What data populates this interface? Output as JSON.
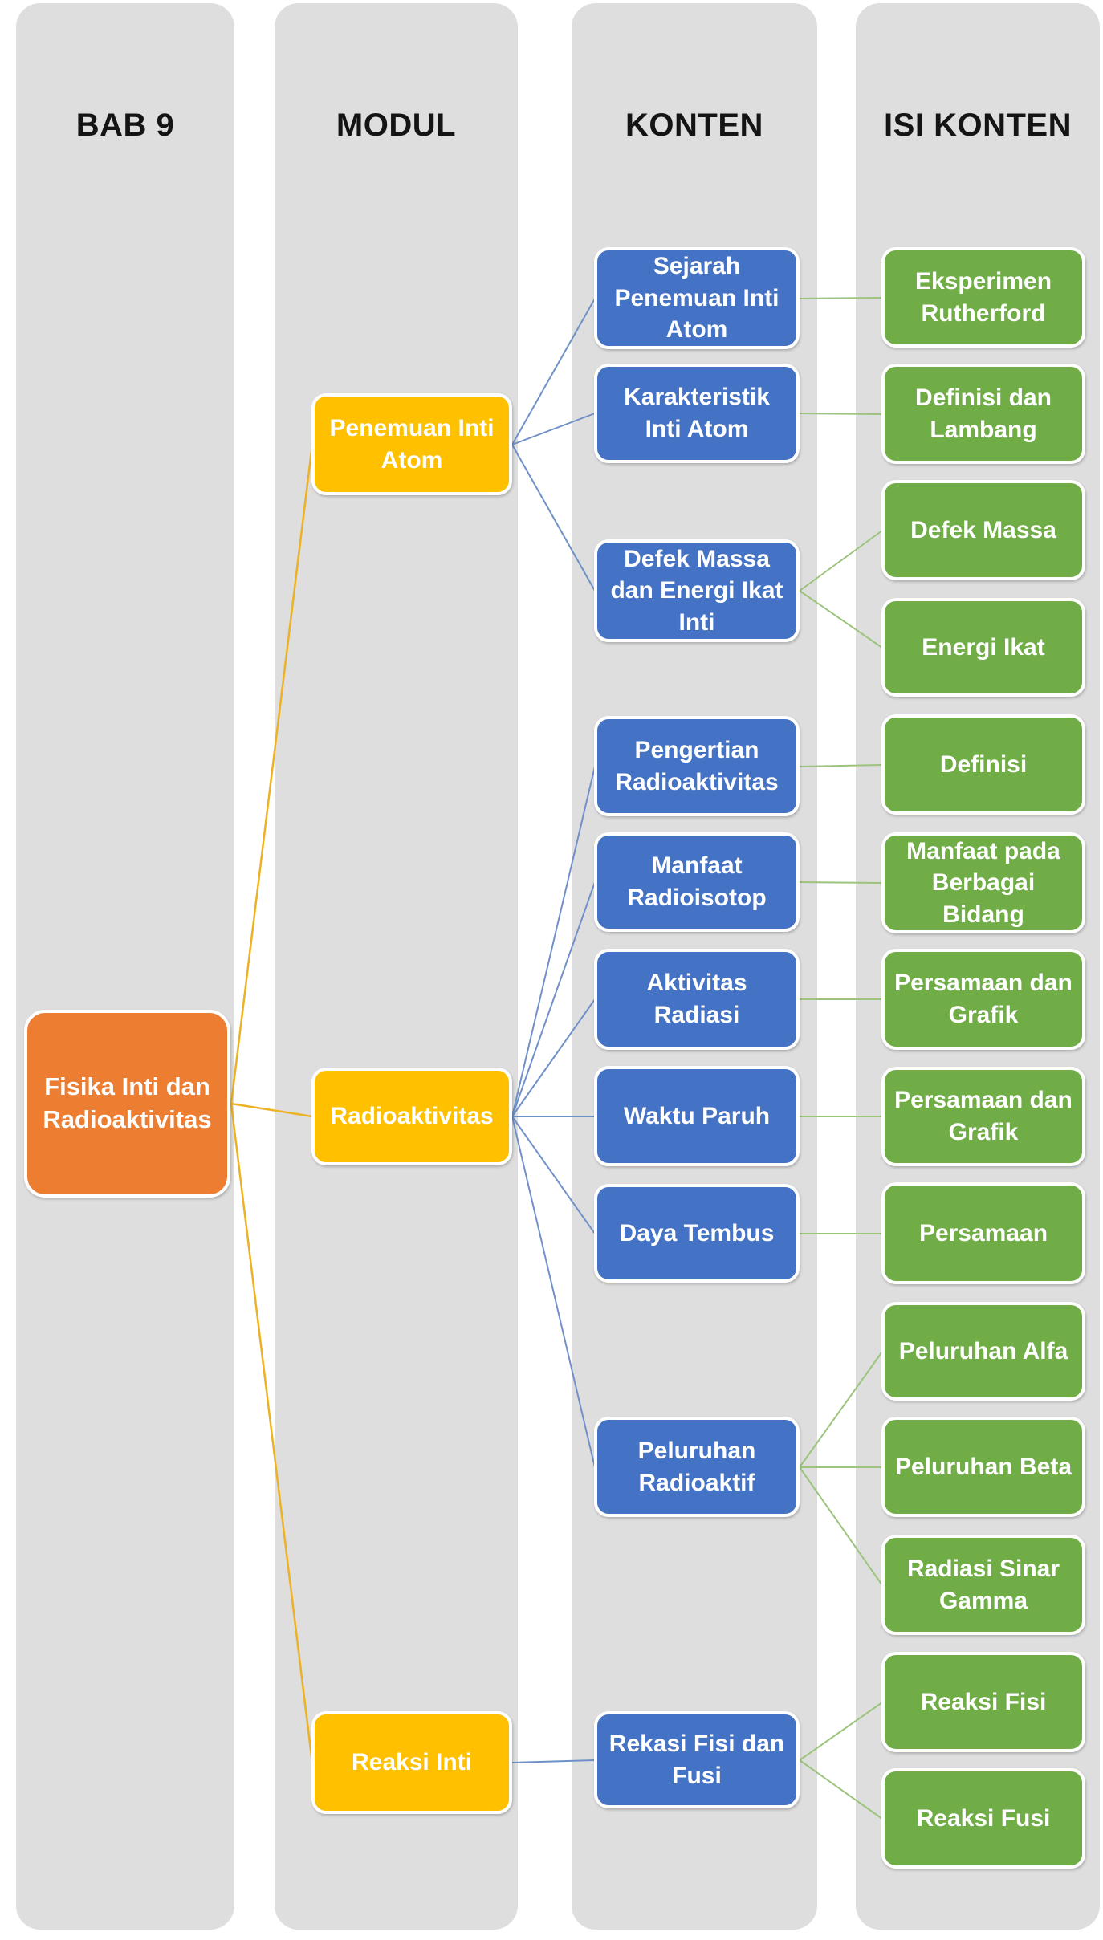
{
  "diagram": {
    "title_columns": [
      {
        "header": "BAB 9"
      },
      {
        "header": "MODUL"
      },
      {
        "header": "KONTEN"
      },
      {
        "header": "ISI KONTEN"
      }
    ],
    "bab": {
      "label": "Fisika Inti dan\nRadioaktivitas"
    },
    "modul": [
      {
        "label": "Penemuan Inti\nAtom"
      },
      {
        "label": "Radioaktivitas"
      },
      {
        "label": "Reaksi Inti"
      }
    ],
    "konten": [
      {
        "label": "Sejarah\nPenemuan Inti\nAtom"
      },
      {
        "label": "Karakteristik\nInti Atom"
      },
      {
        "label": "Defek Massa\ndan Energi Ikat\nInti"
      },
      {
        "label": "Pengertian\nRadioaktivitas"
      },
      {
        "label": "Manfaat\nRadioisotop"
      },
      {
        "label": "Aktivitas\nRadiasi"
      },
      {
        "label": "Waktu Paruh"
      },
      {
        "label": "Daya Tembus"
      },
      {
        "label": "Peluruhan\nRadioaktif"
      },
      {
        "label": "Rekasi Fisi dan\nFusi"
      }
    ],
    "isi_konten": [
      {
        "label": "Eksperimen\nRutherford"
      },
      {
        "label": "Definisi dan\nLambang"
      },
      {
        "label": "Defek Massa"
      },
      {
        "label": "Energi Ikat"
      },
      {
        "label": "Definisi"
      },
      {
        "label": "Manfaat pada\nBerbagai\nBidang"
      },
      {
        "label": "Persamaan dan\nGrafik"
      },
      {
        "label": "Persamaan dan\nGrafik"
      },
      {
        "label": "Persamaan"
      },
      {
        "label": "Peluruhan Alfa"
      },
      {
        "label": "Peluruhan Beta"
      },
      {
        "label": "Radiasi Sinar\nGamma"
      },
      {
        "label": "Reaksi Fisi"
      },
      {
        "label": "Reaksi Fusi"
      }
    ],
    "colors": {
      "column_bg": "#DEDEDE",
      "bab_fill": "#ED7D31",
      "modul_fill": "#FFC000",
      "konten_fill": "#4472C4",
      "isi_fill": "#70AD47",
      "connector_gold": "#EDB124",
      "connector_blue": "#7090C8",
      "connector_green": "#9CC47D",
      "node_text": "#FFFFFF",
      "header_text": "#141414"
    }
  }
}
